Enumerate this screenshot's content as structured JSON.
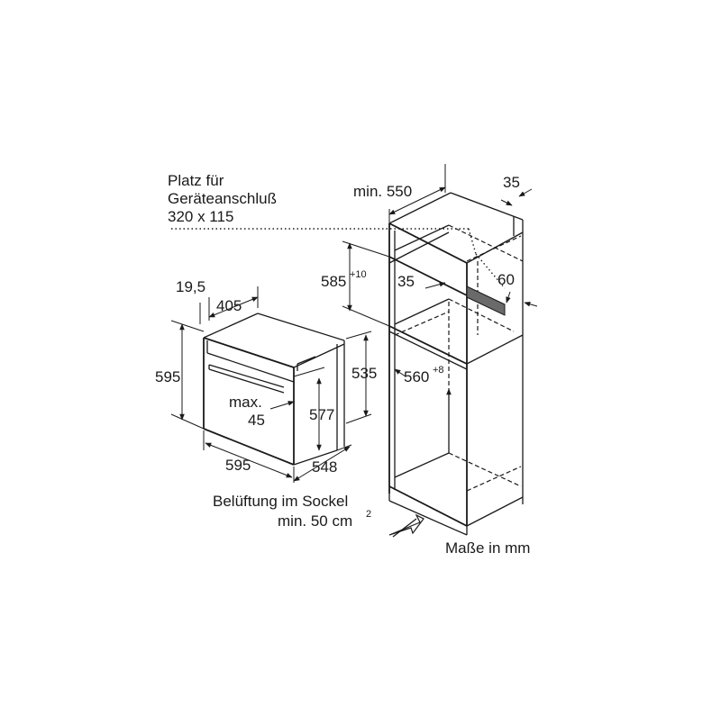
{
  "labels": {
    "connection_line1": "Platz für",
    "connection_line2": "Geräteanschluß",
    "connection_line3": "320 x 115",
    "min_550": "min. 550",
    "d35_top": "35",
    "d585": "585",
    "d585_tol": "+10",
    "d35_mid": "35",
    "d60": "60",
    "d19_5": "19,5",
    "d405": "405",
    "d595_h": "595",
    "d535": "535",
    "max": "max.",
    "d45": "45",
    "d577": "577",
    "d560": "560",
    "d560_tol": "+8",
    "d595_w": "595",
    "d548": "548",
    "vent_line1": "Belüftung im Sockel",
    "vent_line2": "min. 50 cm",
    "vent_sup": "2",
    "units": "Maße in mm"
  }
}
